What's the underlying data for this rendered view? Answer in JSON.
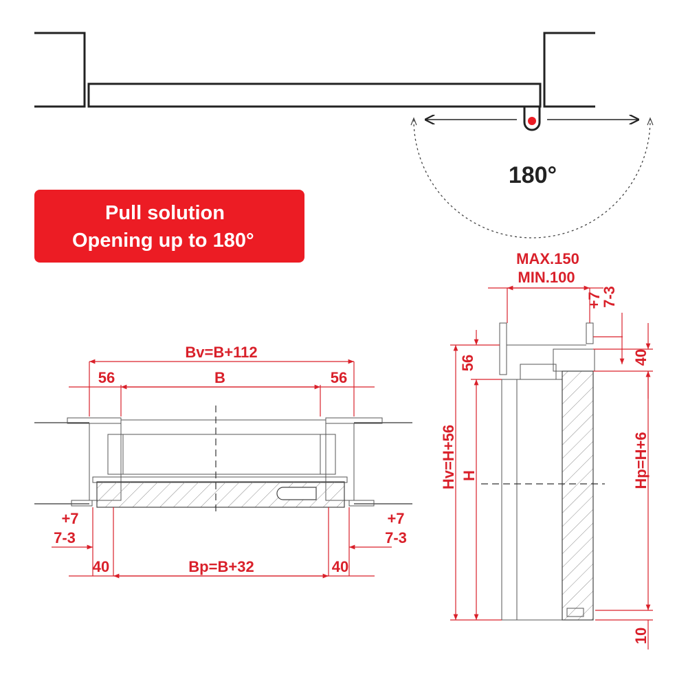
{
  "colors": {
    "accent": "#d9202a",
    "badge": "#ec1c24",
    "ink": "#222222"
  },
  "badge": {
    "line1": "Pull solution",
    "line2": "Opening up to 180°"
  },
  "top_view": {
    "angle_label": "180°"
  },
  "plan_view": {
    "bv": "Bv=B+112",
    "left_56": "56",
    "b": "B",
    "right_56": "56",
    "left_tol_plus": "+7",
    "left_tol_range": "7-3",
    "right_tol_plus": "+7",
    "right_tol_range": "7-3",
    "left_40": "40",
    "bp": "Bp=B+32",
    "right_40": "40"
  },
  "section_view": {
    "max": "MAX.150",
    "min": "MIN.100",
    "tol_plus": "+7",
    "tol_range": "7-3",
    "top_40": "40",
    "top_56": "56",
    "hv": "Hv=H+56",
    "h": "H",
    "hp": "Hp=H+6",
    "bottom_10": "10"
  }
}
